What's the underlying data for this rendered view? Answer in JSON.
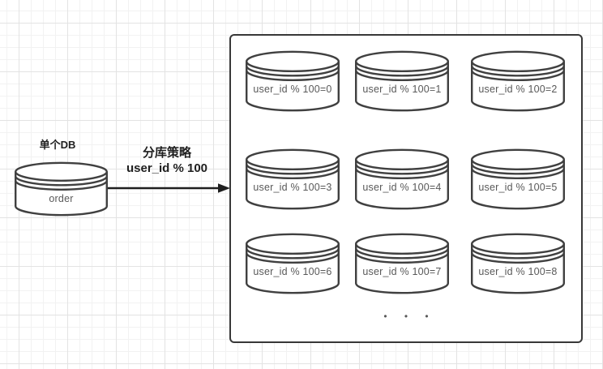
{
  "diagram": {
    "source": {
      "title": "单个DB",
      "db_label": "order"
    },
    "arrow": {
      "label_line1": "分库策略",
      "label_line2": "user_id % 100"
    },
    "shard_box": {
      "shards": [
        {
          "label": "user_id % 100=0"
        },
        {
          "label": "user_id % 100=1"
        },
        {
          "label": "user_id % 100=2"
        },
        {
          "label": "user_id % 100=3"
        },
        {
          "label": "user_id % 100=4"
        },
        {
          "label": "user_id % 100=5"
        },
        {
          "label": "user_id % 100=6"
        },
        {
          "label": "user_id % 100=7"
        },
        {
          "label": "user_id % 100=8"
        }
      ],
      "ellipsis": "• • •"
    },
    "colors": {
      "cylinder_stroke": "#404040",
      "box_stroke": "#383838",
      "label_text": "#595959",
      "title_text": "#1f1f1f",
      "arrow_color": "#1f1f1f",
      "grid_minor": "#f2f2f2",
      "grid_major": "#e3e3e3",
      "shape_fill": "#ffffff"
    }
  }
}
